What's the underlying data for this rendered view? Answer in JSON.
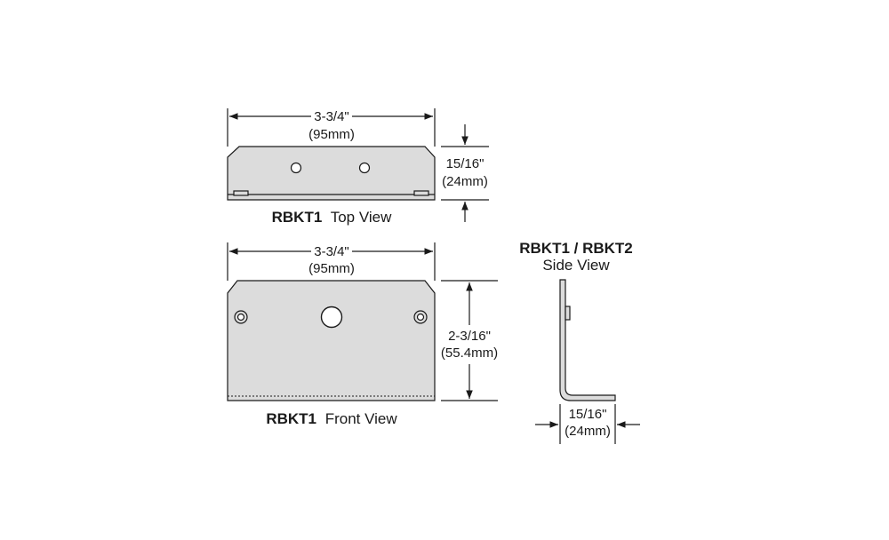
{
  "top_view": {
    "width_in": "3-3/4\"",
    "width_mm": "(95mm)",
    "height_in": "15/16\"",
    "height_mm": "(24mm)",
    "caption_model": "RBKT1",
    "caption_view": "Top View"
  },
  "front_view": {
    "width_in": "3-3/4\"",
    "width_mm": "(95mm)",
    "height_in": "2-3/16\"",
    "height_mm": "(55.4mm)",
    "caption_model": "RBKT1",
    "caption_view": "Front View"
  },
  "side_view": {
    "caption_models": "RBKT1 /  RBKT2",
    "caption_view": "Side View",
    "depth_in": "15/16\"",
    "depth_mm": "(24mm)"
  },
  "colors": {
    "part_fill": "#dcdcdc",
    "line": "#1a1a1a"
  }
}
